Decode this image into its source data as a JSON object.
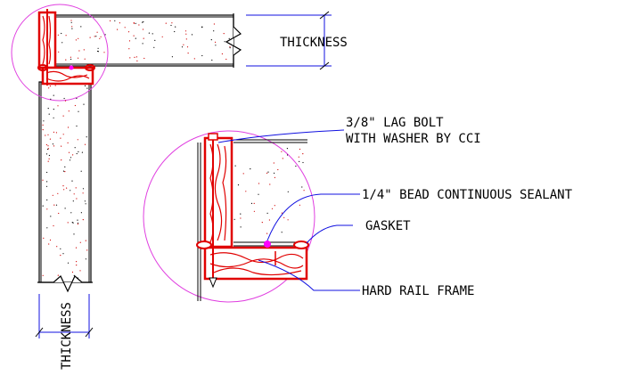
{
  "labels": {
    "thickness_top": "THICKNESS",
    "thickness_side": "THICKNESS",
    "lag_bolt_line1": "3/8\" LAG BOLT",
    "lag_bolt_line2": "WITH WASHER BY CCI",
    "sealant": "1/4\" BEAD CONTINUOUS SEALANT",
    "gasket": "GASKET",
    "hard_rail": "HARD RAIL FRAME"
  },
  "colors": {
    "outline": "#000000",
    "wood_grain": "#e00000",
    "detail_circle": "#e040e0",
    "leader": "#1010e0",
    "sealant_dot": "#ff00ff",
    "concrete_stipple": "#d00000"
  }
}
